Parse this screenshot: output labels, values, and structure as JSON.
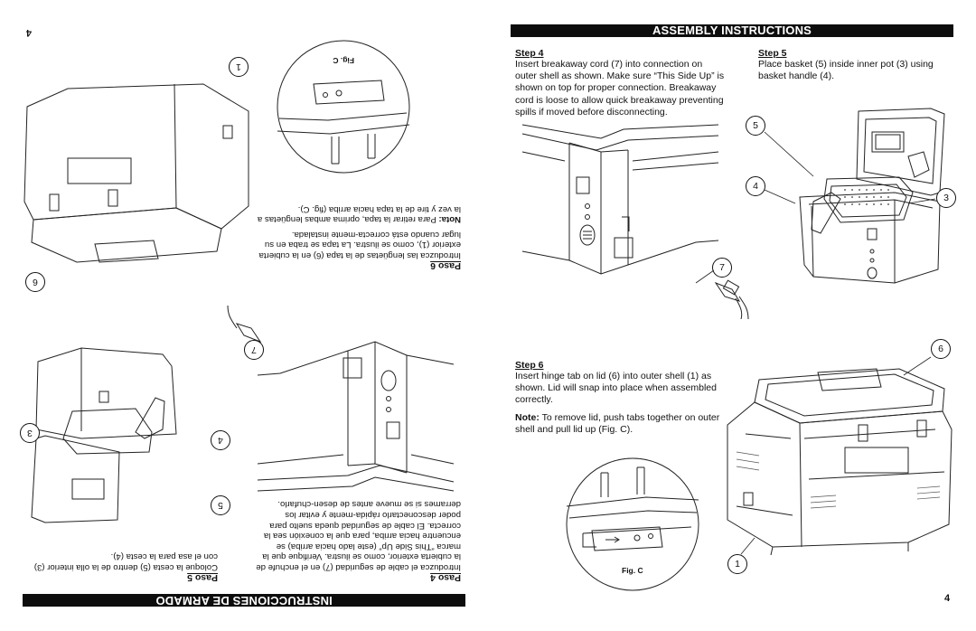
{
  "right_page": {
    "banner": "ASSEMBLY INSTRUCTIONS",
    "page_number": "4",
    "step4": {
      "title": "Step 4",
      "text": "Insert breakaway cord (7) into connection on outer shell as shown. Make sure “This Side Up” is shown on top for proper connection. Breakaway cord is loose to allow quick breakaway preventing spills if moved before disconnecting.",
      "callout": "7"
    },
    "step5": {
      "title": "Step 5",
      "text": "Place basket (5) inside inner pot (3) using basket handle (4).",
      "callouts": [
        "5",
        "4",
        "3"
      ]
    },
    "step6": {
      "title": "Step 6",
      "text": "Insert hinge tab on lid (6) into outer shell (1) as shown. Lid will snap into place when assembled correctly.",
      "note_label": "Note:",
      "note_text": " To remove lid, push tabs together on outer shell and pull lid up (Fig. C).",
      "callouts": [
        "6",
        "1"
      ],
      "fig_label": "Fig. C"
    }
  },
  "left_page": {
    "banner": "INSTRUCCIONES DE ARMADO",
    "page_number": "4",
    "paso4": {
      "title": "Paso 4",
      "text": "Introduzca el cable de seguridad (7) en el enchufe de la cubierta exterior, como se ilustra. Verifique que la marca “This Side Up” (este lado hacia arriba) se encuentre hacia arriba, para que la conexión sea la correcta. El cable de seguridad queda suelto para poder desconectarlo rápida-mente y evitar los derrames si se mueve antes de desen-chufarlo.",
      "callout": "7"
    },
    "paso5": {
      "title": "Paso 5",
      "text": "Coloque la cesta (5) dentro de la olla interior (3) con el asa para la cesta (4).",
      "callouts": [
        "5",
        "4",
        "3"
      ]
    },
    "paso6": {
      "title": "Paso 6",
      "text": "Introduzca las lengüetas de la tapa (6) en la cubierta exterior (1), como se ilustra. La tapa se traba en su lugar cuando está correcta-mente instalada.",
      "note_label": "Nota:",
      "note_text": " Para retirar la tapa, oprima ambas lengüetas a la vez y tire de la tapa hacia arriba (fig. C).",
      "callouts": [
        "6",
        "1"
      ],
      "fig_label": "Fig. C"
    }
  }
}
